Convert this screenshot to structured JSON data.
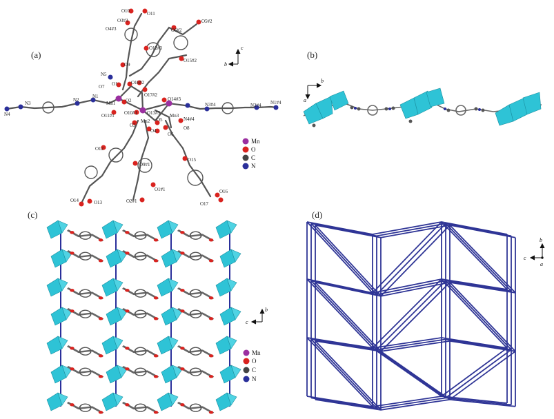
{
  "panels": [
    {
      "id": "a",
      "label": "(a)"
    },
    {
      "id": "b",
      "label": "(b)"
    },
    {
      "id": "c",
      "label": "(c)"
    },
    {
      "id": "d",
      "label": "(d)"
    }
  ],
  "legend": {
    "items": [
      {
        "symbol": "Mn",
        "color": "#9b2fa0"
      },
      {
        "symbol": "O",
        "color": "#d9231f"
      },
      {
        "symbol": "C",
        "color": "#444444"
      },
      {
        "symbol": "N",
        "color": "#2a2f9a"
      }
    ]
  },
  "axes": {
    "a": {
      "up": "c",
      "left": "b"
    },
    "b": {
      "right": "b",
      "down": "a"
    },
    "c": {
      "up": "b",
      "left": "c"
    },
    "d": {
      "up": "b",
      "left": "c",
      "origin": "a"
    }
  },
  "atom_labels": {
    "o10": "O10",
    "o11": "O11",
    "o3_3": "O3#3",
    "o4_3": "O4#3",
    "o6_2": "O6#2",
    "o5_2": "O5#2",
    "o12_3": "O12#3",
    "o15_2": "O15#2",
    "o9": "O9",
    "n5": "N5",
    "o16_2": "O16#2",
    "o17_2": "O17#2",
    "o7": "O7",
    "o1": "O1",
    "o14_3": "O14#3",
    "mn1": "Mn1",
    "o2": "O2",
    "o13_3": "O13#3",
    "n3_4": "N3#4",
    "n2_4": "N2#4",
    "n1_4": "N1#4",
    "n3": "N3",
    "n2": "N2",
    "n1": "N1",
    "n4": "N4",
    "mn3": "Mn3",
    "n4_4": "N4#4",
    "o11_1": "O11#1",
    "o10_1": "O10#1",
    "mn2": "Mn2",
    "o5": "O5",
    "o3": "O3",
    "o4": "O4",
    "o6": "O6",
    "o8": "O8",
    "o12": "O12",
    "o9_1": "O9#1",
    "o15": "O15",
    "o1_1": "O1#1",
    "o2_1": "O2#1",
    "o14": "O14",
    "o13": "O13",
    "o16": "O16",
    "o17": "O17"
  },
  "colors": {
    "mn": "#9b2fa0",
    "o": "#d9231f",
    "c": "#444444",
    "n": "#2a2f9a",
    "poly": "#2ec3d6",
    "net": "#2f3596"
  }
}
